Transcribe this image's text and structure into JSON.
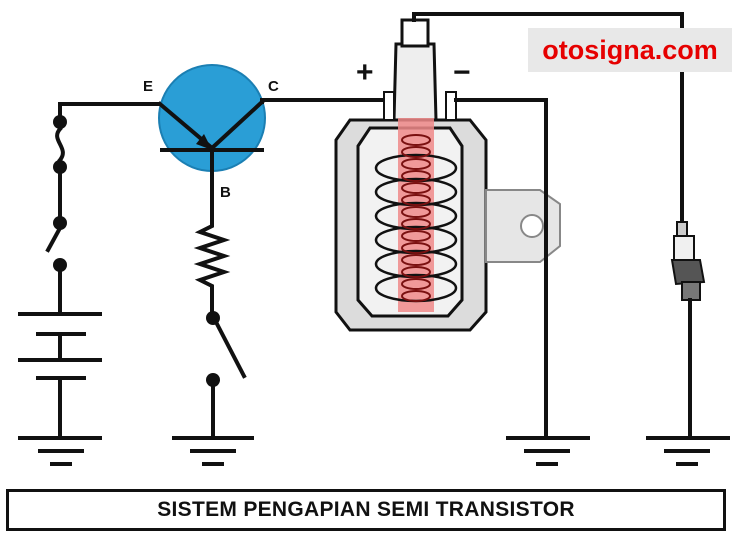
{
  "watermark": {
    "text": "otosigna.com",
    "color": "#e60000"
  },
  "caption": "SISTEM PENGAPIAN SEMI TRANSISTOR",
  "transistor": {
    "emitter_label": "E",
    "collector_label": "C",
    "base_label": "B",
    "color": "#2a9ed6"
  },
  "coil": {
    "positive_label": "+",
    "negative_label": "−",
    "winding_color": "#f08a8a"
  },
  "components": [
    "battery-icon",
    "fuse-icon",
    "switch-icon",
    "resistor-icon",
    "contact-breaker-icon",
    "ignition-coil-icon",
    "spark-plug-icon",
    "ground-icon"
  ]
}
